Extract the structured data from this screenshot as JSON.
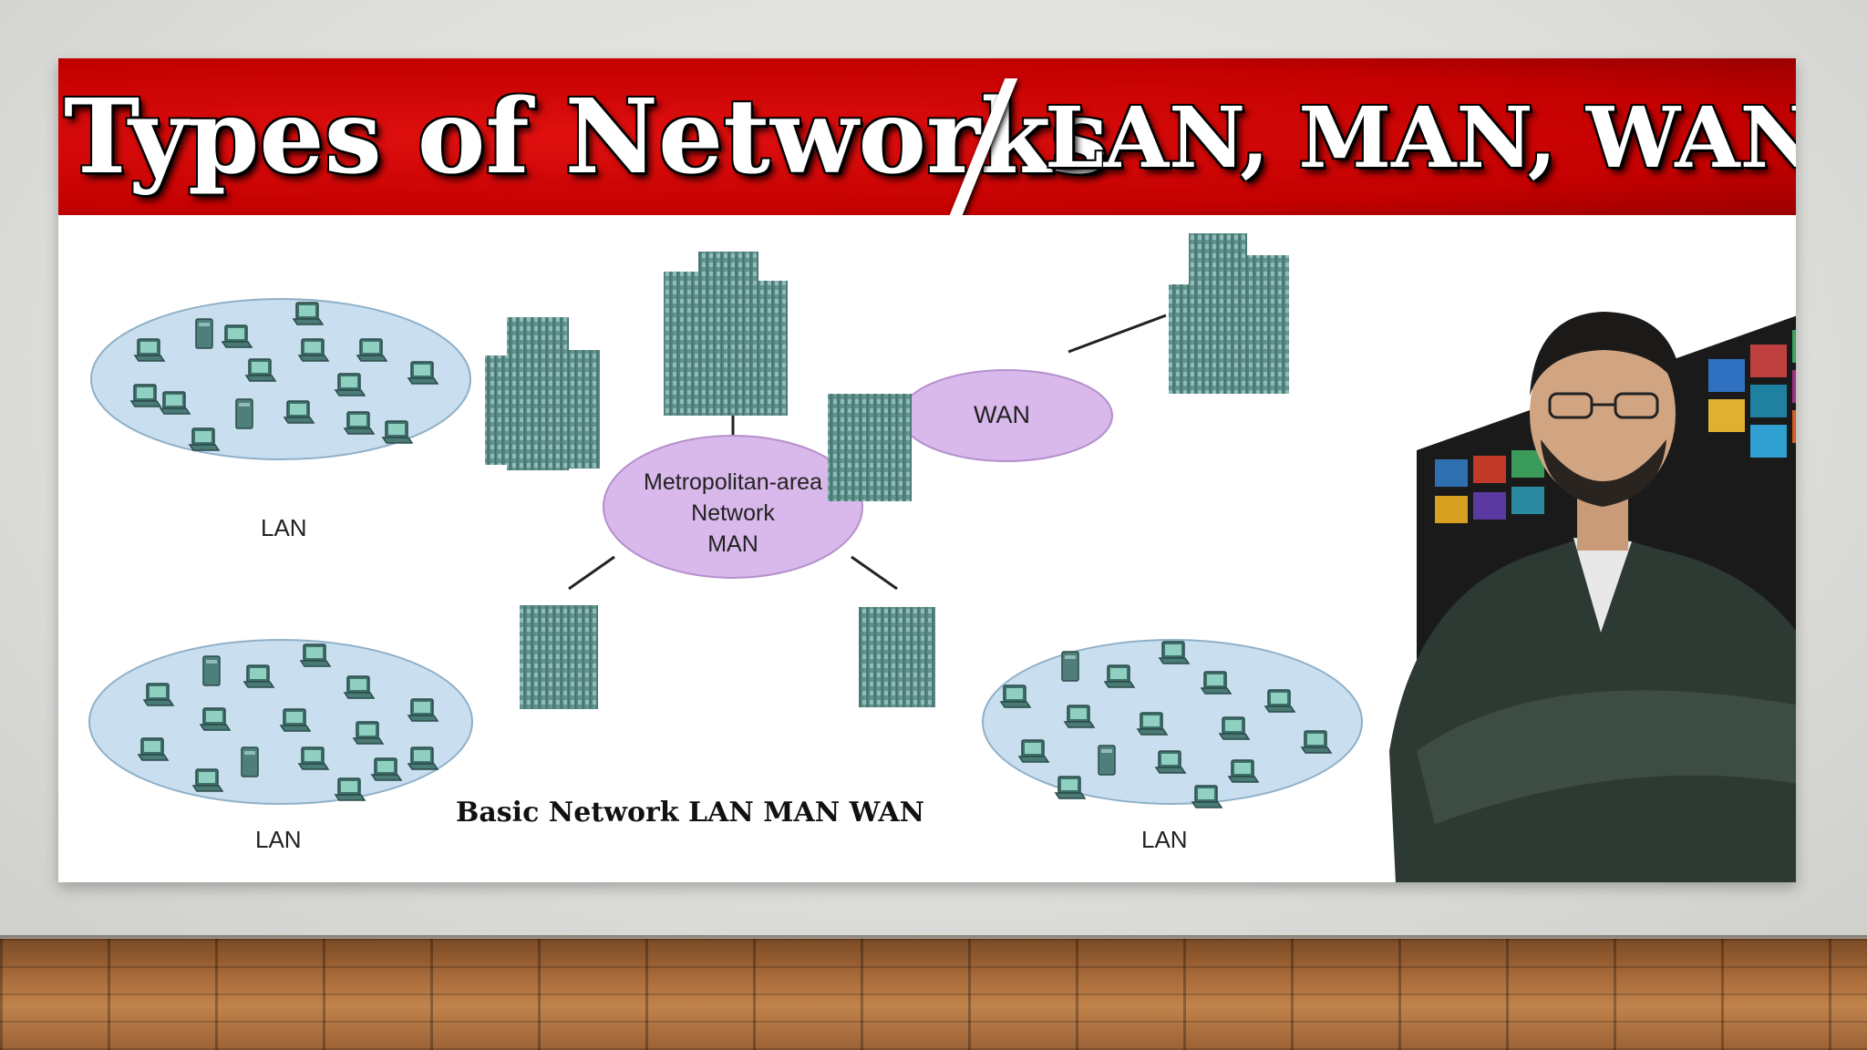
{
  "title": {
    "main": "Types of Networks",
    "sub": "LAN, MAN, WAN"
  },
  "diagram": {
    "lan_top_left": "LAN",
    "lan_bottom_left": "LAN",
    "lan_bottom_right": "LAN",
    "man_line1": "Metropolitan-area",
    "man_line2": "Network",
    "man_line3": "MAN",
    "wan": "WAN",
    "caption": "Basic Network LAN MAN WAN"
  },
  "colors": {
    "banner_red": "#d20a0a",
    "ellipse_lan": "#c9dff0",
    "ellipse_man": "#d9b8ec",
    "building": "#5f8f8b"
  }
}
